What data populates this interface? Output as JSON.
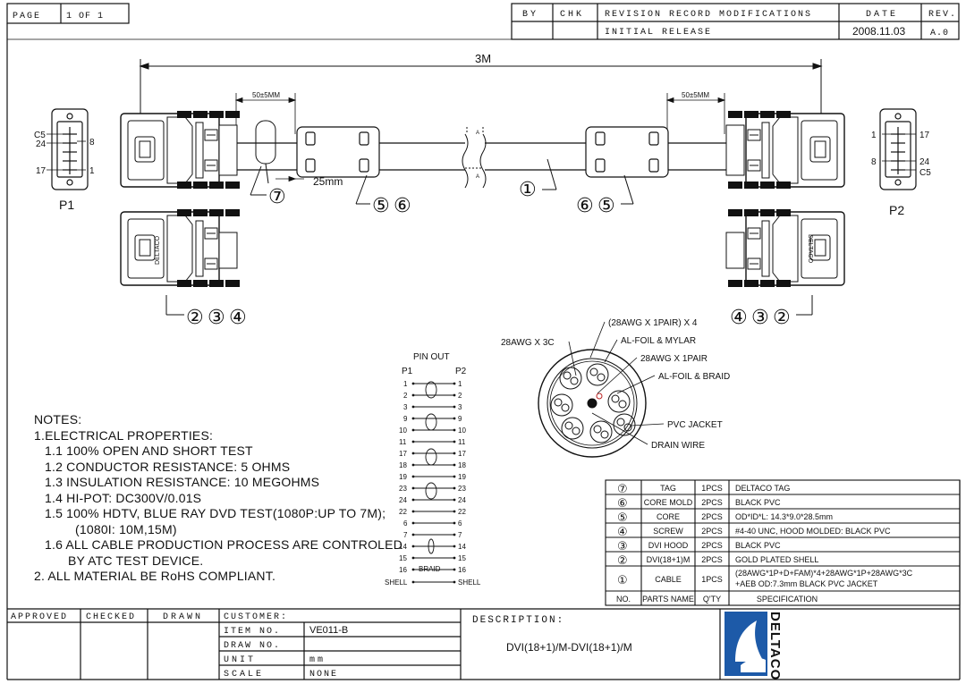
{
  "header": {
    "page_label": "PAGE",
    "page_value": "1 OF 1",
    "by": "BY",
    "chk": "CHK",
    "revision_label": "REVISION RECORD MODIFICATIONS",
    "date_label": "DATE",
    "rev_label": "REV.",
    "revision_text": "INITIAL RELEASE",
    "date_value": "2008.11.03",
    "rev_value": "A.0"
  },
  "dims": {
    "overall": "3M",
    "left_strip": "50±5MM",
    "right_strip": "50±5MM",
    "ferrite_gap": "25mm",
    "section_mark": "A"
  },
  "labels": {
    "p1": "P1",
    "p2": "P2",
    "c5_left": "C5",
    "n24_left": "24",
    "n17_left": "17",
    "n8_left": "8",
    "n1_left": "1",
    "n1_right": "1",
    "n8_right": "8",
    "n17_right": "17",
    "n24_right": "24",
    "c5_right": "C5",
    "hood_brand": "DELTACO"
  },
  "callouts": {
    "left_234": [
      "②",
      "③",
      "④"
    ],
    "right_432": [
      "④",
      "③",
      "②"
    ],
    "left_56": [
      "⑤",
      "⑥"
    ],
    "right_65": [
      "⑥",
      "⑤"
    ],
    "c1": "①",
    "c7": "⑦"
  },
  "cable_section": {
    "pair4": "(28AWG X 1PAIR) X 4",
    "awg3c": "28AWG X 3C",
    "foil_mylar": "AL-FOIL & MYLAR",
    "pair1": "28AWG X 1PAIR",
    "foil_braid": "AL-FOIL & BRAID",
    "jacket": "PVC JACKET",
    "drain": "DRAIN WIRE"
  },
  "pinout": {
    "title": "PIN OUT",
    "p1": "P1",
    "p2": "P2",
    "rows": [
      "1",
      "2",
      "3",
      "9",
      "10",
      "11",
      "17",
      "18",
      "19",
      "23",
      "24",
      "22",
      "6",
      "7",
      "14",
      "15",
      "16",
      "SHELL"
    ],
    "braid": "BRAID"
  },
  "notes": [
    "NOTES:",
    "1.ELECTRICAL PROPERTIES:",
    "1.1  100% OPEN AND SHORT TEST",
    "1.2  CONDUCTOR RESISTANCE: 5 OHMS",
    "1.3  INSULATION RESISTANCE: 10 MEGOHMS",
    "1.4  HI-POT: DC300V/0.01S",
    "1.5  100% HDTV, BLUE RAY DVD TEST(1080P:UP TO 7M);",
    "(1080I: 10M,15M)",
    "1.6  ALL CABLE PRODUCTION PROCESS ARE CONTROLED",
    "BY ATC TEST DEVICE.",
    "2. ALL MATERIAL BE RoHS COMPLIANT."
  ],
  "bom": {
    "rows": [
      {
        "no": "⑦",
        "part": "TAG",
        "qty": "1PCS",
        "spec": "DELTACO TAG"
      },
      {
        "no": "⑥",
        "part": "CORE MOLD",
        "qty": "2PCS",
        "spec": "BLACK PVC"
      },
      {
        "no": "⑤",
        "part": "CORE",
        "qty": "2PCS",
        "spec": "OD*ID*L: 14.3*9.0*28.5mm"
      },
      {
        "no": "④",
        "part": "SCREW",
        "qty": "2PCS",
        "spec": "#4-40 UNC,  HOOD MOLDED: BLACK PVC"
      },
      {
        "no": "③",
        "part": "DVI HOOD",
        "qty": "2PCS",
        "spec": "BLACK PVC"
      },
      {
        "no": "②",
        "part": "DVI(18+1)M",
        "qty": "2PCS",
        "spec": "GOLD PLATED SHELL"
      },
      {
        "no": "①",
        "part": "CABLE",
        "qty": "1PCS",
        "spec": "(28AWG*1P+D+FAM)*4+28AWG*1P+28AWG*3C",
        "spec2": "+AEB       OD:7.3mm   BLACK PVC JACKET"
      }
    ],
    "header": {
      "no": "NO.",
      "part": "PARTS NAME",
      "qty": "Q'TY",
      "spec": "SPECIFICATION"
    }
  },
  "title_block": {
    "approved": "APPROVED",
    "checked": "CHECKED",
    "drawn": "DRAWN",
    "customer": "CUSTOMER:",
    "item_no_label": "ITEM NO.",
    "item_no": "VE011-B",
    "drawing_no_label": "DRAW NO.",
    "unit_label": "UNIT",
    "unit": "mm",
    "scale_label": "SCALE",
    "scale": "NONE",
    "description_label": "DESCRIPTION:",
    "description": "DVI(18+1)/M-DVI(18+1)/M",
    "logo_text": "DELTACO",
    "brand_color": "#1d5aa8"
  }
}
